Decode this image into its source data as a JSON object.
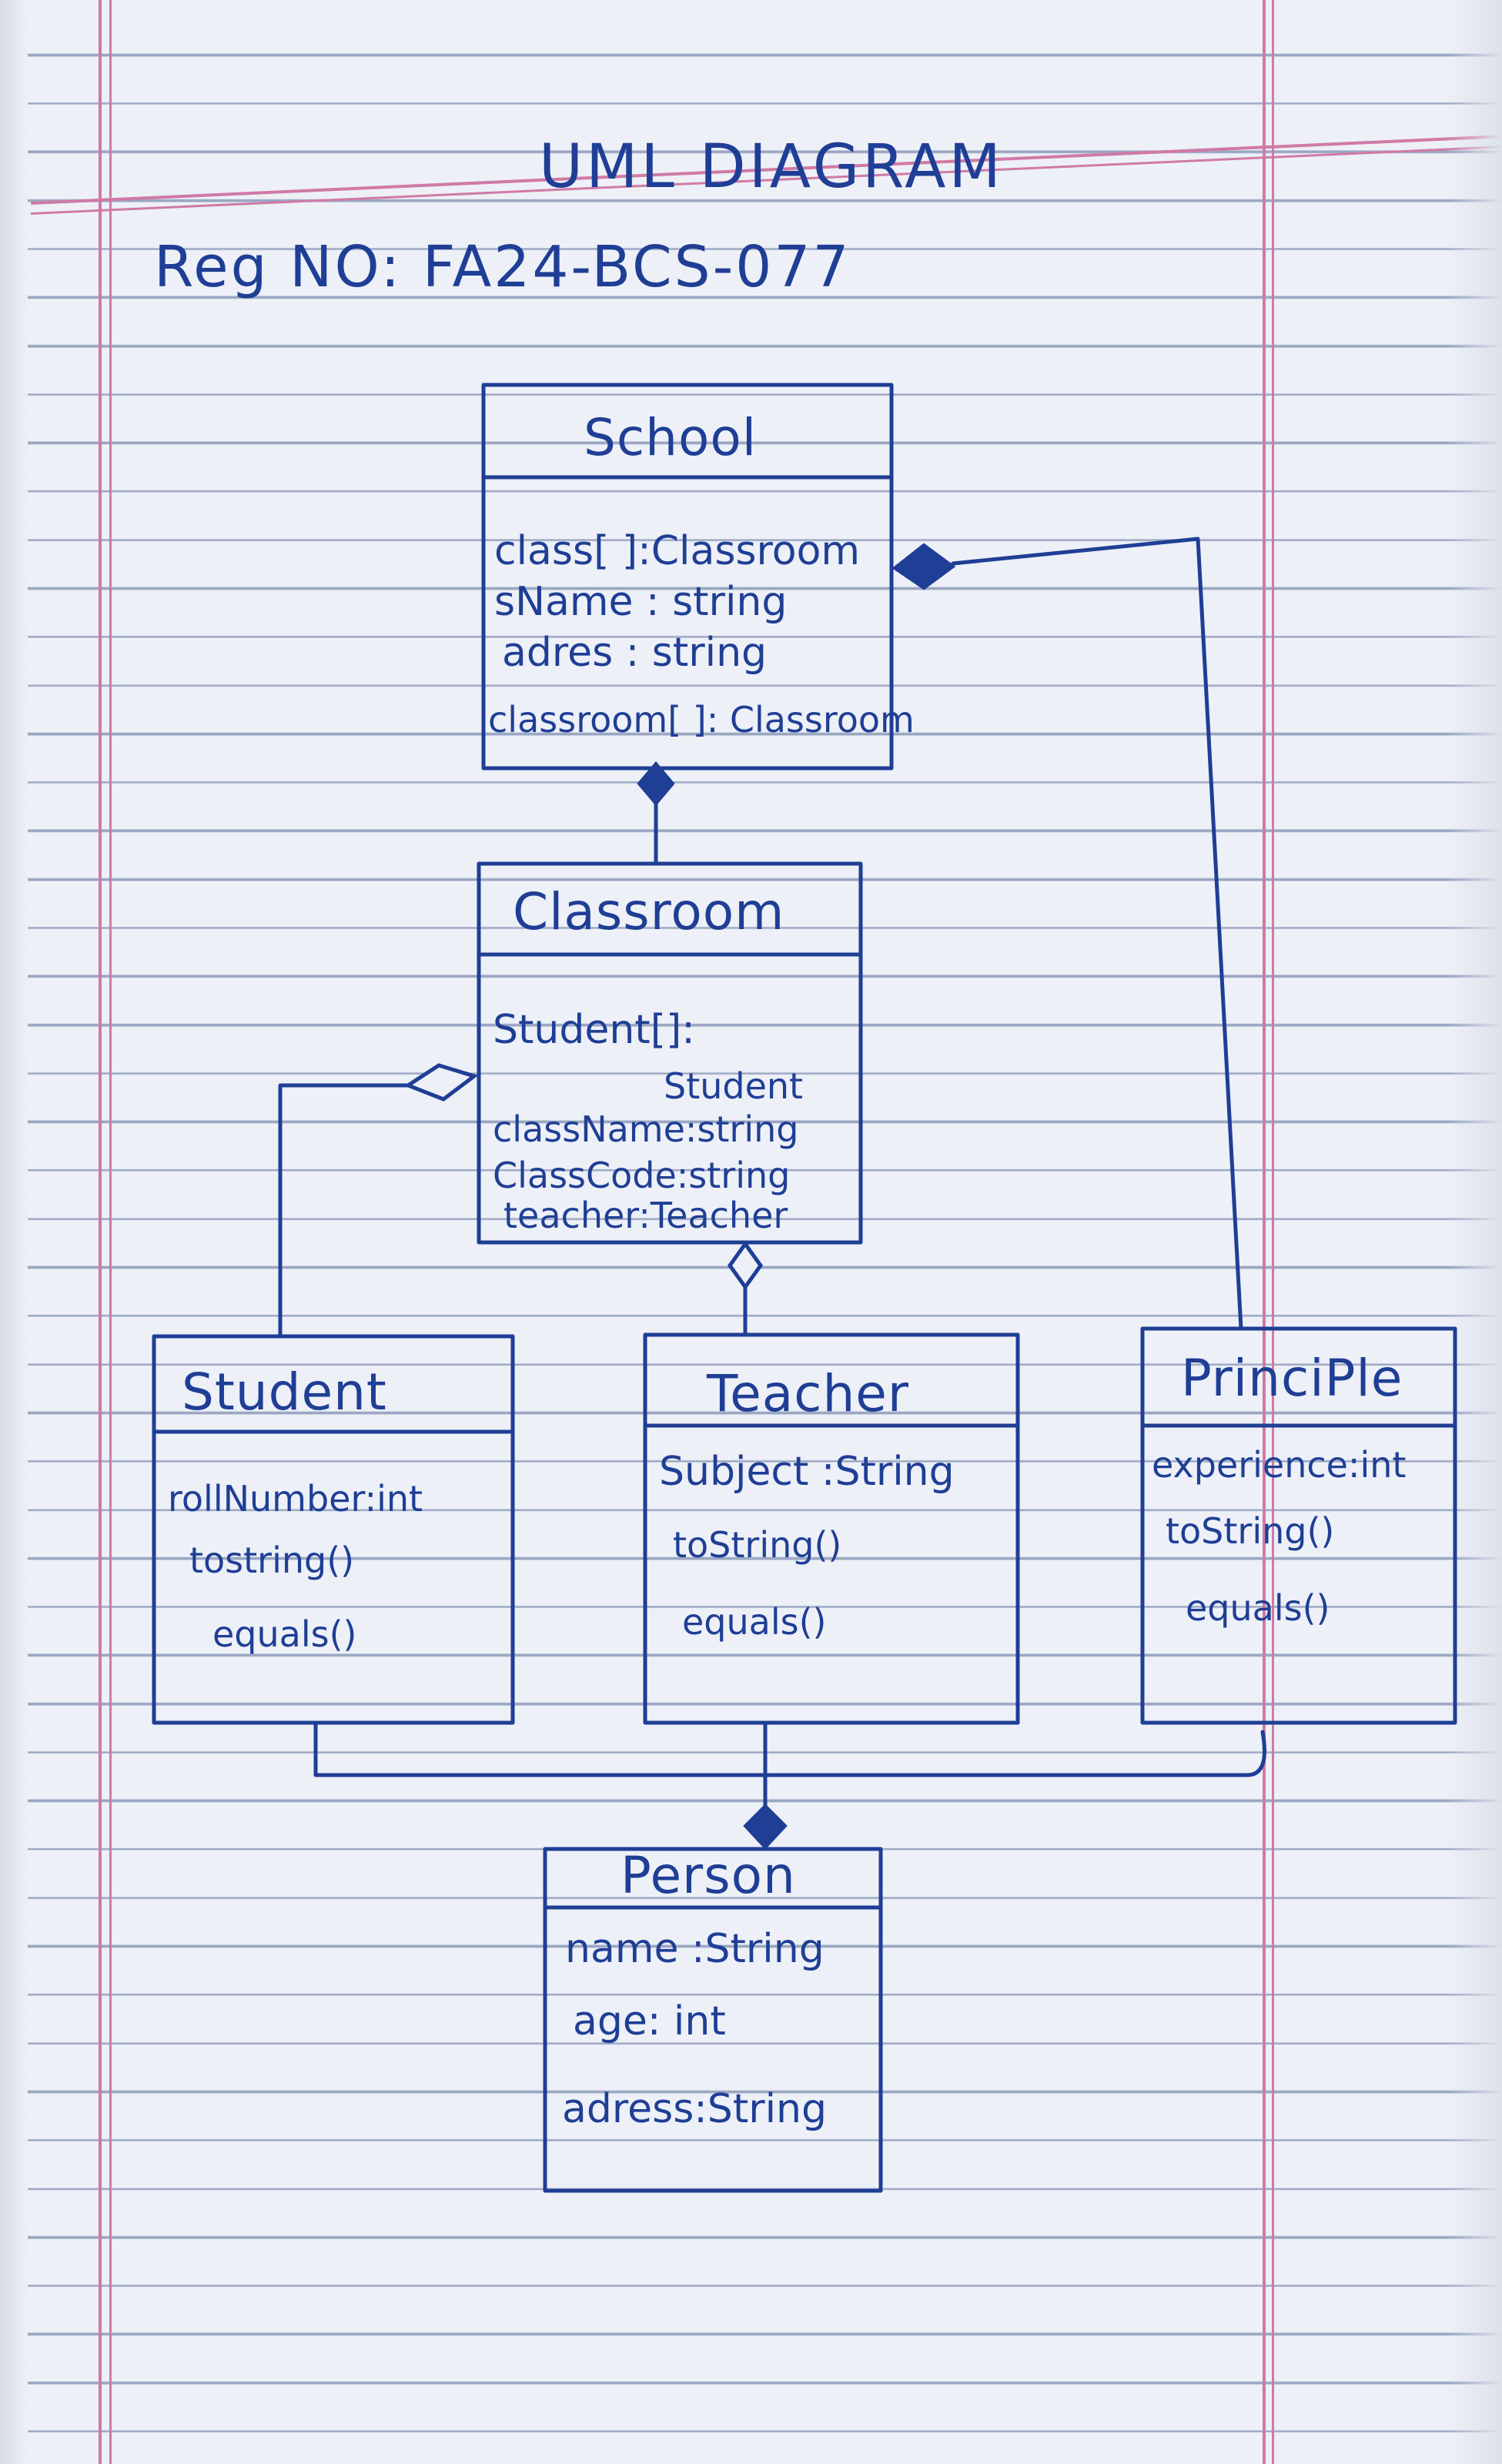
{
  "title": "UML DIAGRAM",
  "reg_number": "Reg NO: FA24-BCS-077",
  "classes": {
    "school": {
      "name": "School",
      "attributes": [
        "class[ ]:Classroom",
        "sName : string",
        "adres : string",
        "classroom[ ]: Classroom"
      ]
    },
    "classroom": {
      "name": "Classroom",
      "attributes": [
        "Student[]:",
        "Student",
        "className:string",
        "ClassCode:string",
        "teacher:Teacher"
      ]
    },
    "student": {
      "name": "Student",
      "attributes": [
        "rollNumber:int",
        "tostring()",
        "equals()"
      ]
    },
    "teacher": {
      "name": "Teacher",
      "attributes": [
        "Subject :String",
        "toString()",
        "equals()"
      ]
    },
    "principal": {
      "name": "PrinciPle",
      "attributes": [
        "experience:int",
        "toString()",
        "equals()"
      ]
    },
    "person": {
      "name": "Person",
      "attributes": [
        "name :String",
        "age: int",
        "adress:String"
      ]
    }
  },
  "relations": [
    {
      "from": "Classroom",
      "to": "School",
      "type": "composition"
    },
    {
      "from": "PrinciPle",
      "to": "School",
      "type": "composition"
    },
    {
      "from": "Student",
      "to": "Classroom",
      "type": "aggregation"
    },
    {
      "from": "Teacher",
      "to": "Classroom",
      "type": "aggregation"
    },
    {
      "from": "Student",
      "to": "Person",
      "type": "composition"
    },
    {
      "from": "Teacher",
      "to": "Person",
      "type": "composition"
    },
    {
      "from": "PrinciPle",
      "to": "Person",
      "type": "composition"
    }
  ],
  "colors": {
    "ink": "#1f3e95",
    "paper": "#edf0f7",
    "rule": "#9aa6c2",
    "margin": "#d07aa6"
  }
}
